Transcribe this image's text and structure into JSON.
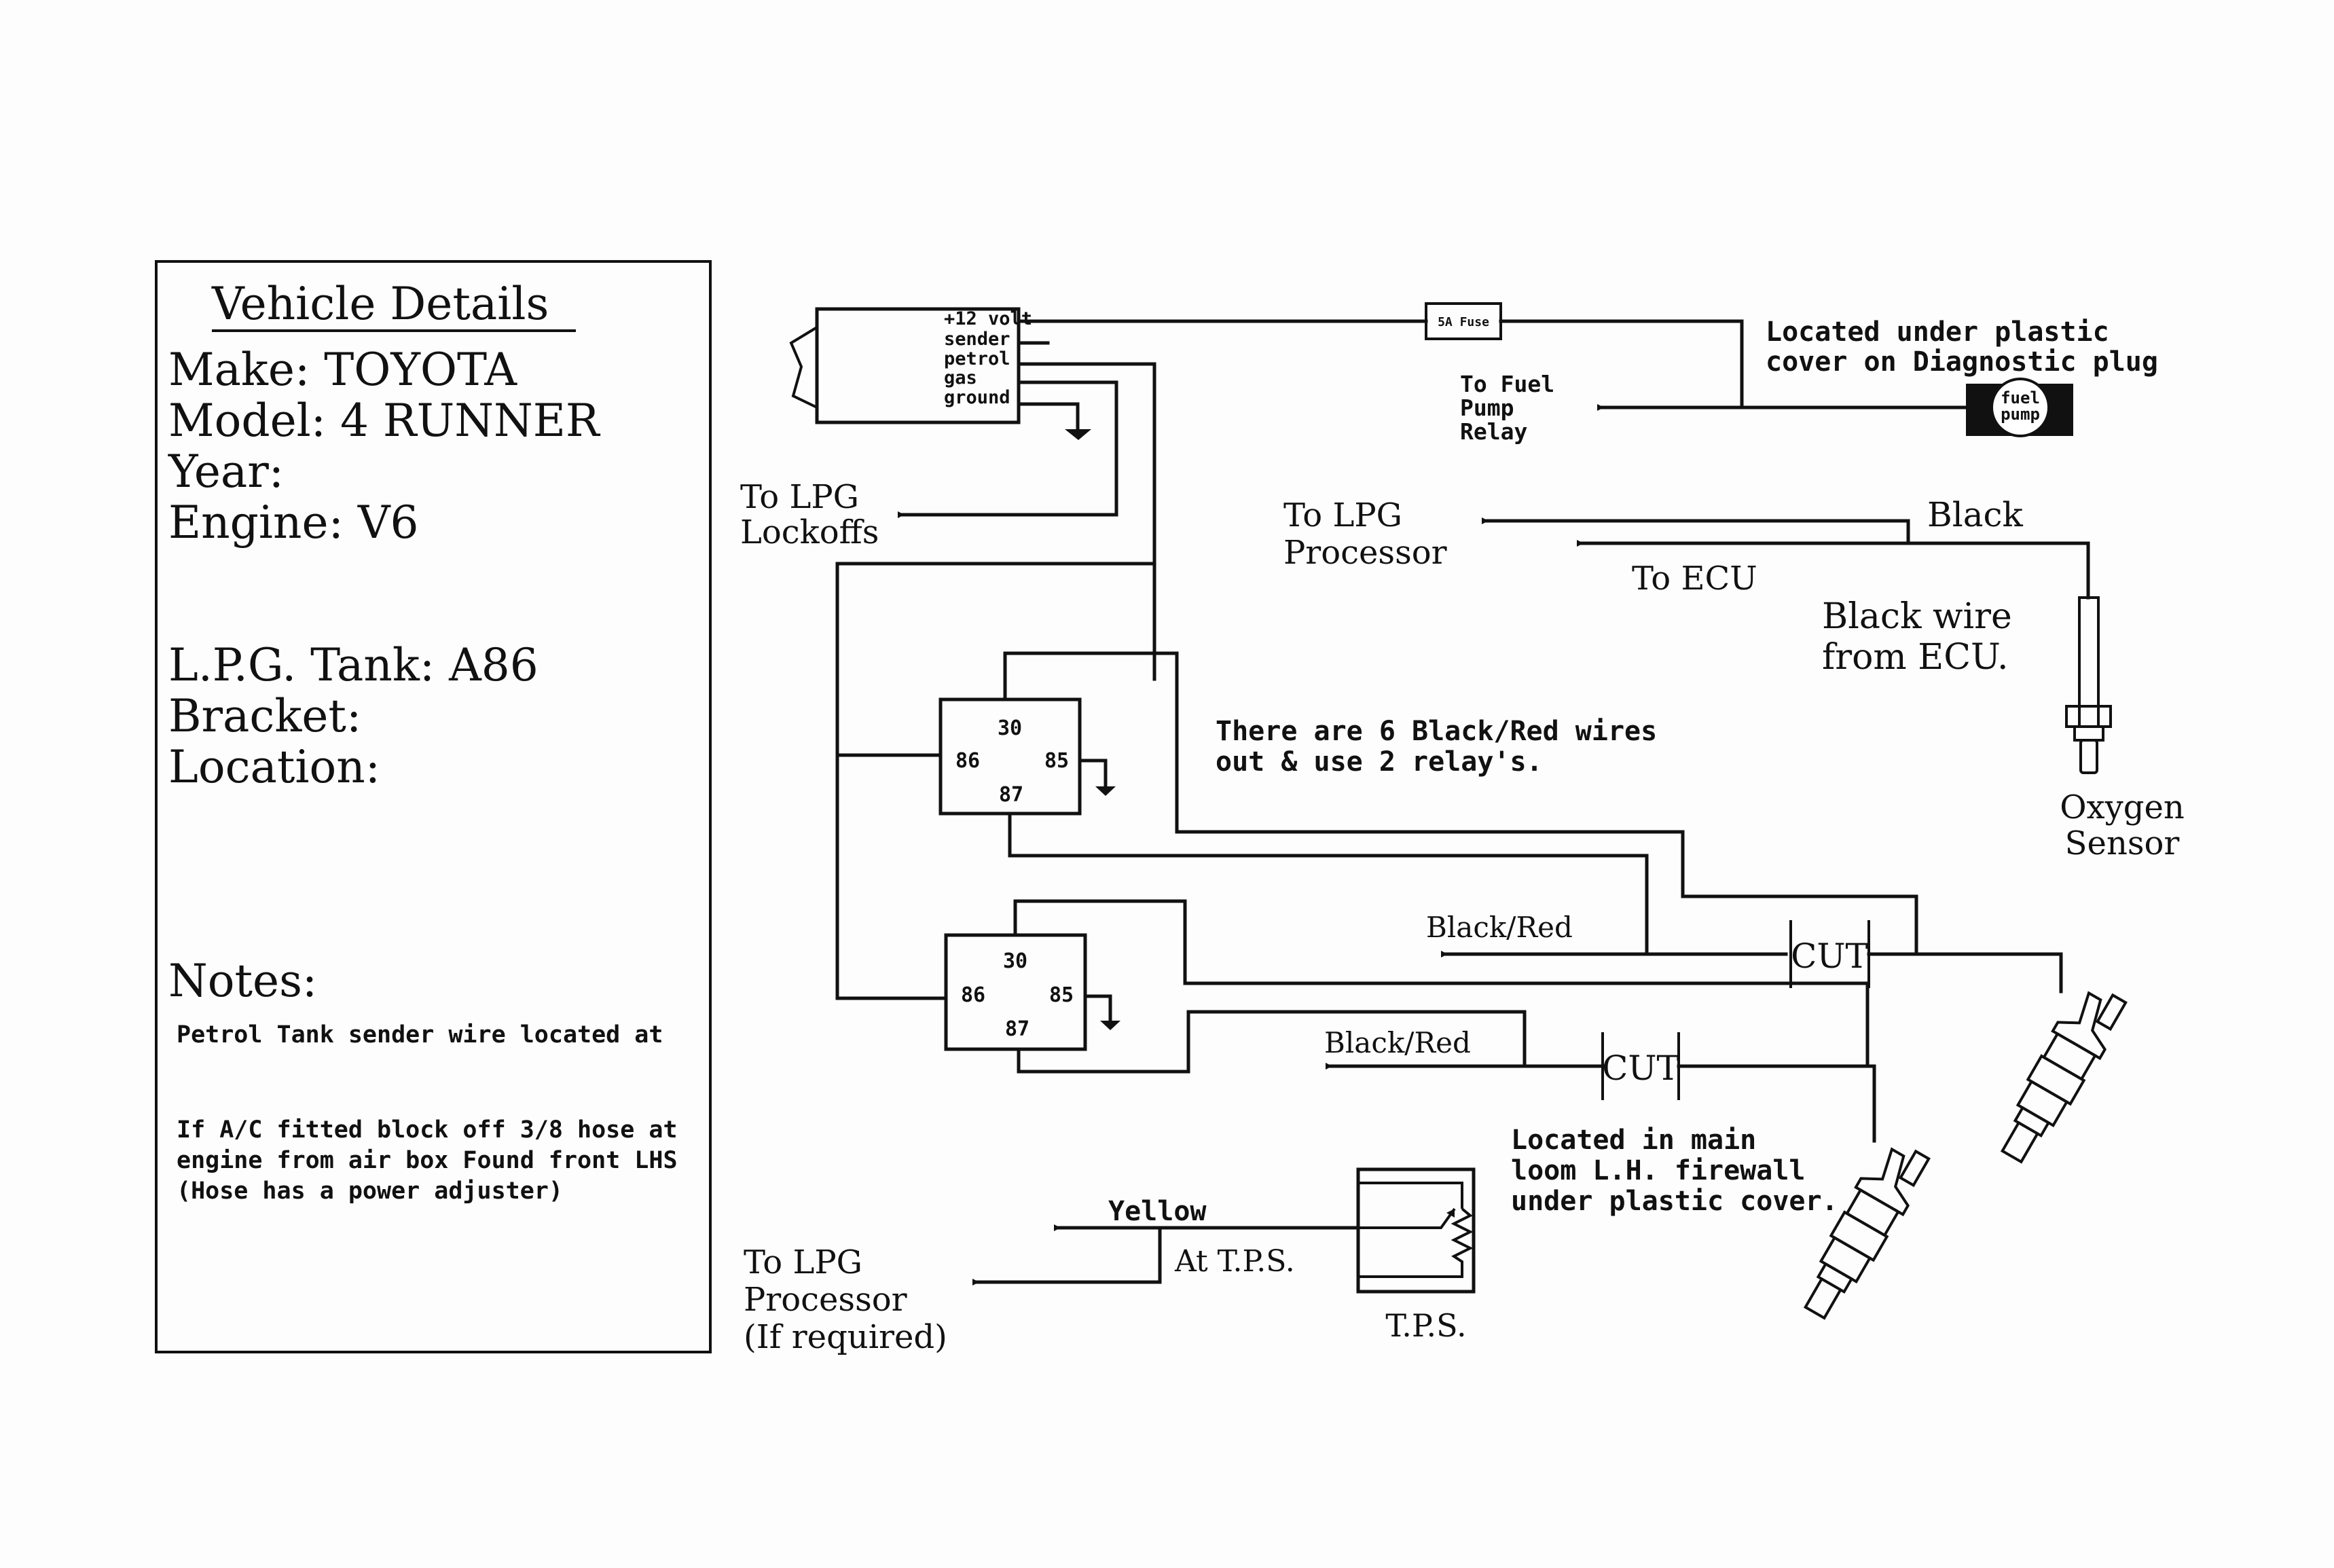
{
  "vehicle_details": {
    "title": "Vehicle Details",
    "make": "Make:  TOYOTA",
    "model": "Model:  4 RUNNER",
    "year": "Year:",
    "engine": "Engine:  V6",
    "lpg_tank": "L.P.G.  Tank:  A86",
    "bracket": "Bracket:",
    "location": "Location:",
    "notes_heading": "Notes:",
    "note_1": "Petrol Tank sender wire located at",
    "note_2": "If A/C fitted block off 3/8 hose at engine from air box Found front LHS (Hose has a power adjuster)"
  },
  "connector": {
    "pins": [
      "+12 volt",
      "sender",
      "petrol",
      "gas",
      "ground"
    ]
  },
  "fuse": {
    "label": "5A Fuse"
  },
  "fuel_pump_plug": {
    "line1": "fuel",
    "line2": "pump"
  },
  "labels": {
    "fuel_pump_location_1": "Located under plastic",
    "fuel_pump_location_2": "cover on Diagnostic plug",
    "to_fuel_pump_relay_1": "To Fuel",
    "to_fuel_pump_relay_2": "Pump",
    "to_fuel_pump_relay_3": "Relay",
    "to_lpg_lockoffs_1": "To LPG",
    "to_lpg_lockoffs_2": "Lockoffs",
    "to_lpg_processor_1": "To LPG",
    "to_lpg_processor_2": "Processor",
    "black": "Black",
    "to_ecu": "To ECU",
    "black_wire_from_ecu_1": "Black wire",
    "black_wire_from_ecu_2": "from ECU.",
    "oxygen_sensor_1": "Oxygen",
    "oxygen_sensor_2": "Sensor",
    "relay_note_1": "There are 6 Black/Red wires",
    "relay_note_2": "out & use 2 relay's.",
    "black_red_1": "Black/Red",
    "black_red_2": "Black/Red",
    "cut_1": "CUT",
    "cut_2": "CUT",
    "injector_location_1": "Located in main",
    "injector_location_2": "loom L.H. firewall",
    "injector_location_3": "under plastic cover.",
    "yellow": "Yellow",
    "at_tps": "At T.P.S.",
    "tps": "T.P.S.",
    "to_lpg_processor_tps_1": "To LPG",
    "to_lpg_processor_tps_2": "Processor",
    "to_lpg_processor_tps_3": "(If required)"
  },
  "relays": [
    {
      "pin_30": "30",
      "pin_86": "86",
      "pin_85": "85",
      "pin_87": "87"
    },
    {
      "pin_30": "30",
      "pin_86": "86",
      "pin_85": "85",
      "pin_87": "87"
    }
  ]
}
